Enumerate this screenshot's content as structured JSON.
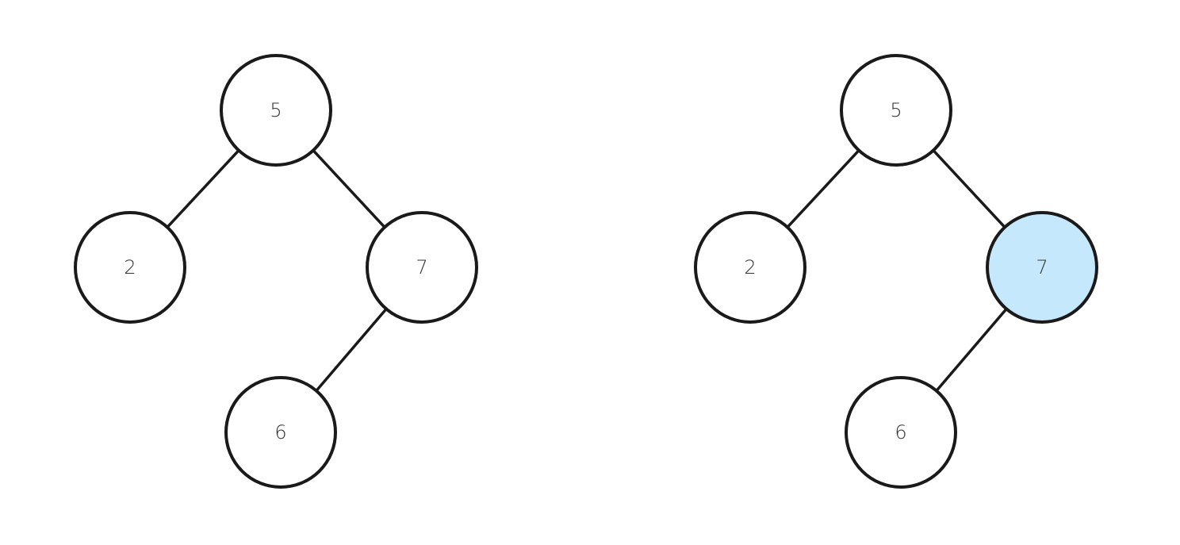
{
  "colors": {
    "node_fill": "#ffffff",
    "highlight_fill": "#c5e8fd",
    "stroke": "#1a1a1a",
    "label": "#333333"
  },
  "trees": [
    {
      "nodes": [
        {
          "id": "n5",
          "label": "5",
          "highlighted": false
        },
        {
          "id": "n2",
          "label": "2",
          "highlighted": false
        },
        {
          "id": "n7",
          "label": "7",
          "highlighted": false
        },
        {
          "id": "n6",
          "label": "6",
          "highlighted": false
        }
      ],
      "edges": [
        {
          "from": "n5",
          "to": "n2"
        },
        {
          "from": "n5",
          "to": "n7"
        },
        {
          "from": "n7",
          "to": "n6"
        }
      ]
    },
    {
      "nodes": [
        {
          "id": "n5",
          "label": "5",
          "highlighted": false
        },
        {
          "id": "n2",
          "label": "2",
          "highlighted": false
        },
        {
          "id": "n7",
          "label": "7",
          "highlighted": true
        },
        {
          "id": "n6",
          "label": "6",
          "highlighted": false
        }
      ],
      "edges": [
        {
          "from": "n5",
          "to": "n2"
        },
        {
          "from": "n5",
          "to": "n7"
        },
        {
          "from": "n7",
          "to": "n6"
        }
      ]
    }
  ]
}
